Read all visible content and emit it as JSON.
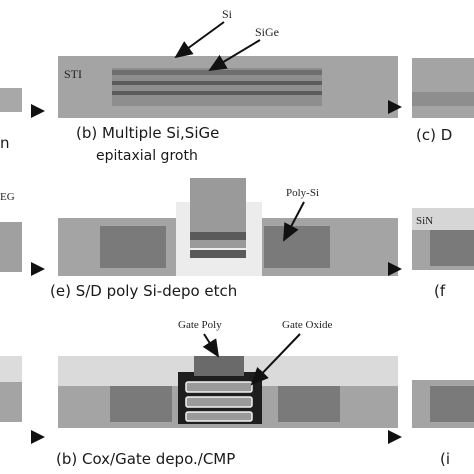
{
  "labels": {
    "si": "Si",
    "sige": "SiGe",
    "sti": "STI",
    "poly_si": "Poly-Si",
    "gate_poly": "Gate Poly",
    "gate_oxide": "Gate Oxide",
    "sin": "SiN",
    "eg": "EG"
  },
  "captions": {
    "row1_left": "n",
    "row1_center_line1": "(b) Multiple Si,SiGe",
    "row1_center_line2": "epitaxial groth",
    "row1_right": "(c) D",
    "row2_center": "(e) S/D poly Si-depo etch",
    "row2_right": "(f",
    "row3_center": "(b) Cox/Gate depo./CMP",
    "row3_right": "(i"
  }
}
